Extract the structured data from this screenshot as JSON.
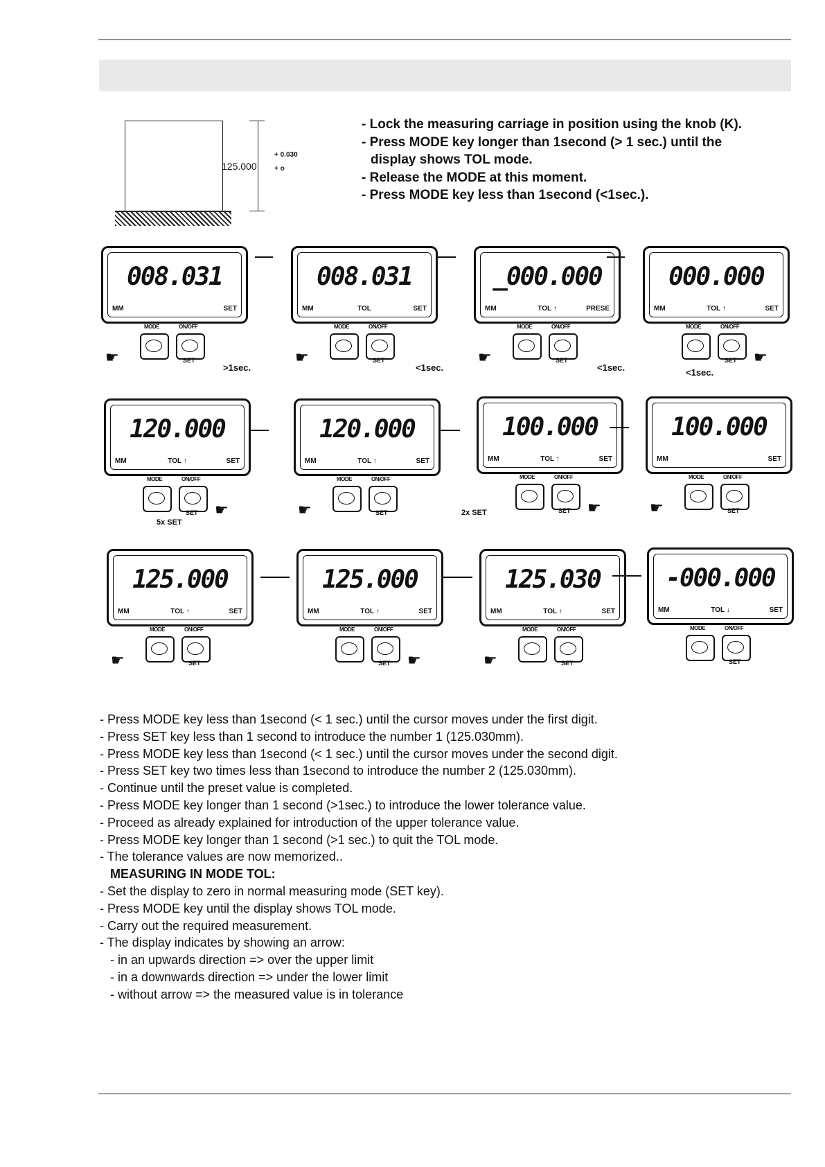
{
  "sketch": {
    "nominal": "125.000",
    "upper_tol": "+ 0.030",
    "lower_tol": "+ o"
  },
  "top_steps": [
    "- Lock the measuring carriage in position using the knob (K).",
    "- Press MODE key longer than 1second (> 1 sec.) until the",
    "display shows TOL mode.",
    "- Release the MODE at this moment.",
    "- Press MODE key less than 1second (<1sec.)."
  ],
  "displays": [
    {
      "value": "008.031",
      "left": "MM",
      "mid": "",
      "right": "SET"
    },
    {
      "value": "008.031",
      "left": "MM",
      "mid": "TOL",
      "right": "SET"
    },
    {
      "value": "_000.000",
      "left": "MM",
      "mid": "TOL ↑",
      "right": "PRESE"
    },
    {
      "value": "000.000",
      "left": "MM",
      "mid": "TOL ↑",
      "right": "SET"
    },
    {
      "value": "120.000",
      "left": "MM",
      "mid": "TOL ↑",
      "right": "SET"
    },
    {
      "value": "120.000",
      "left": "MM",
      "mid": "TOL ↑",
      "right": "SET"
    },
    {
      "value": "100.000",
      "left": "MM",
      "mid": "TOL ↑",
      "right": "SET"
    },
    {
      "value": "100.000",
      "left": "MM",
      "mid": "",
      "right": "SET"
    },
    {
      "value": "125.000",
      "left": "MM",
      "mid": "TOL ↑",
      "right": "SET"
    },
    {
      "value": "125.000",
      "left": "MM",
      "mid": "TOL ↑",
      "right": "SET"
    },
    {
      "value": "125.030",
      "left": "MM",
      "mid": "TOL ↑",
      "right": "SET"
    },
    {
      "value": "-000.000",
      "left": "MM",
      "mid": "TOL ↓",
      "right": "SET"
    }
  ],
  "keys": {
    "mode": "MODE",
    "onoff": "ON/OFF",
    "set": "SET"
  },
  "flow_labels": [
    ">1sec.",
    "<1sec.",
    "<1sec.",
    "<1sec.",
    "5x SET",
    "2x SET"
  ],
  "bottom_steps": [
    "- Press MODE key less than 1second (< 1 sec.) until the cursor moves under the first digit.",
    "- Press SET key less than 1 second to introduce the number 1 (125.030mm).",
    "- Press MODE key less than 1second (< 1 sec.) until the cursor moves under the second digit.",
    "- Press SET key two times less than 1second to introduce the number 2 (125.030mm).",
    "- Continue until the preset value is completed.",
    "- Press MODE key longer than 1 second (>1sec.) to introduce the lower tolerance value.",
    "- Proceed as already explained for introduction of the upper tolerance value.",
    "- Press MODE key longer than 1 second (>1 sec.) to quit the TOL mode.",
    "- The tolerance values are now memorized..",
    "MEASURING IN MODE TOL:",
    "- Set the display to zero in normal measuring mode (SET key).",
    "- Press MODE key until the display shows TOL mode.",
    "- Carry out the required measurement.",
    "- The display indicates by showing an arrow:",
    "- in an upwards direction => over the upper limit",
    "- in a downwards direction => under the lower limit",
    "- without arrow => the measured value is in tolerance"
  ]
}
